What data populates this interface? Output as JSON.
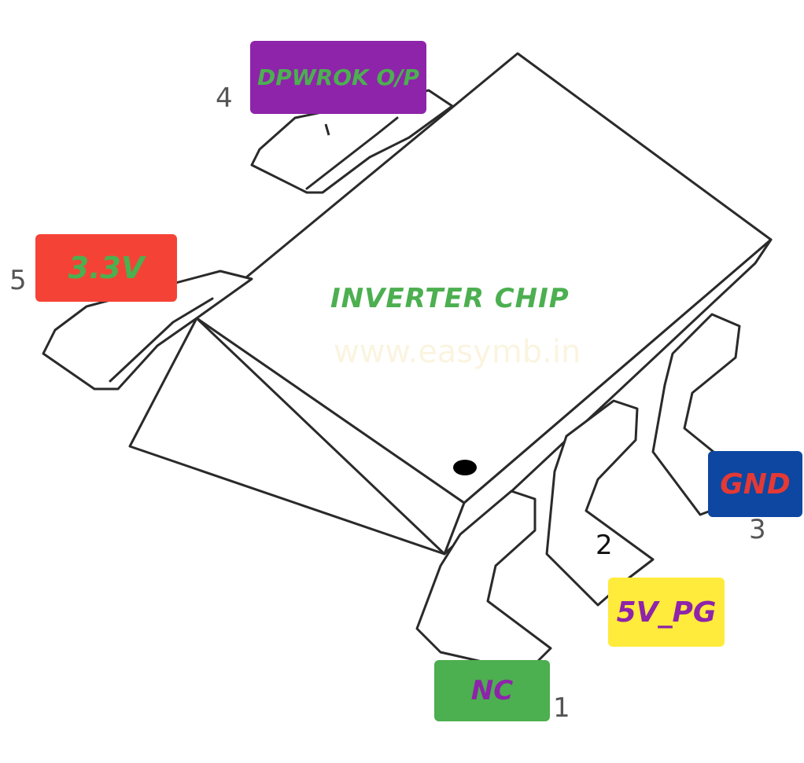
{
  "chip": {
    "title": "INVERTER CHIP",
    "watermark": "www.easymb.in"
  },
  "pins": [
    {
      "number": "1",
      "label": "NC",
      "bg": "#4caf50",
      "fg": "#8e24aa"
    },
    {
      "number": "2",
      "label": "5V_PG",
      "bg": "#ffeb3b",
      "fg": "#8e24aa"
    },
    {
      "number": "3",
      "label": "GND",
      "bg": "#0d47a1",
      "fg": "#e53935"
    },
    {
      "number": "4",
      "label": "DPWROK O/P",
      "bg": "#8e24aa",
      "fg": "#4caf50"
    },
    {
      "number": "5",
      "label": "3.3V",
      "bg": "#f44336",
      "fg": "#4caf50"
    }
  ],
  "colors": {
    "outline": "#2a2a2a",
    "title": "#4caf50",
    "watermark": "#e6c65a"
  }
}
